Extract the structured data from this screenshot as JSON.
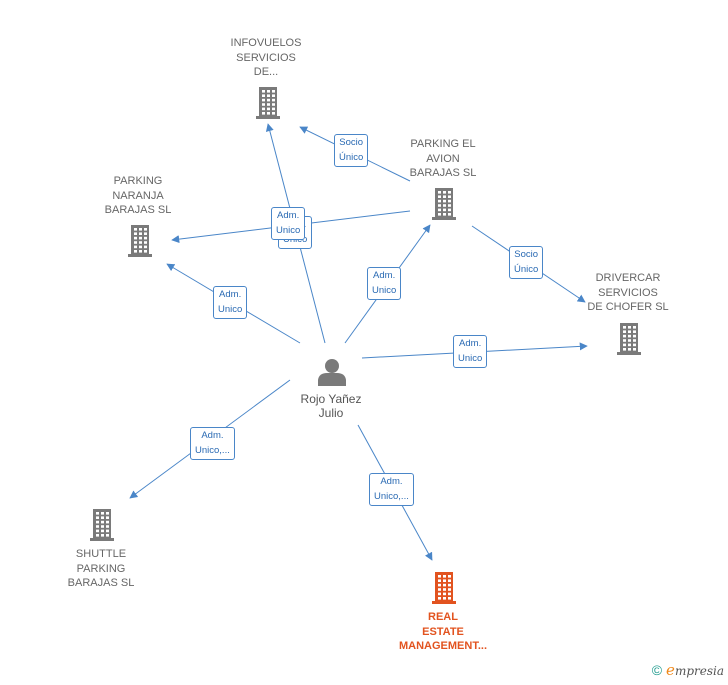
{
  "colors": {
    "edge": "#4a86c8",
    "building": "#7a7a7a",
    "building_main": "#e2531f",
    "person": "#7a7a7a"
  },
  "nodes": {
    "person": {
      "label": "Rojo Yañez\nJulio",
      "icon": "person-icon"
    },
    "infovuelos": {
      "label": "INFOVUELOS\nSERVICIOS\nDE...",
      "icon": "building-icon"
    },
    "parking_avion": {
      "label": "PARKING EL\nAVION\nBARAJAS SL",
      "icon": "building-icon"
    },
    "parking_naranja": {
      "label": "PARKING\nNARANJA\nBARAJAS SL",
      "icon": "building-icon"
    },
    "drivercar": {
      "label": "DRIVERCAR\nSERVICIOS\nDE CHOFER SL",
      "icon": "building-icon"
    },
    "shuttle": {
      "label": "SHUTTLE\nPARKING\nBARAJAS SL",
      "icon": "building-icon"
    },
    "real_estate": {
      "label": "REAL\nESTATE\nMANAGEMENT...",
      "icon": "building-icon"
    }
  },
  "edges": [
    {
      "from": "person",
      "to": "infovuelos",
      "label": "Adm.\nUnico"
    },
    {
      "from": "parking_avion",
      "to": "parking_naranja",
      "label": "Adm.\nUnico"
    },
    {
      "from": "parking_avion",
      "to": "infovuelos",
      "label": "Socio\nÚnico"
    },
    {
      "from": "person",
      "to": "parking_naranja",
      "label": "Adm.\nUnico"
    },
    {
      "from": "person",
      "to": "parking_avion",
      "label": "Adm.\nUnico"
    },
    {
      "from": "parking_avion",
      "to": "drivercar",
      "label": "Socio\nÚnico"
    },
    {
      "from": "person",
      "to": "drivercar",
      "label": "Adm.\nUnico"
    },
    {
      "from": "person",
      "to": "shuttle",
      "label": "Adm.\nUnico,..."
    },
    {
      "from": "person",
      "to": "real_estate",
      "label": "Adm.\nUnico,..."
    }
  ],
  "footer": {
    "copyright": "©",
    "brand_initial": "e",
    "brand_rest": "mpresia"
  }
}
